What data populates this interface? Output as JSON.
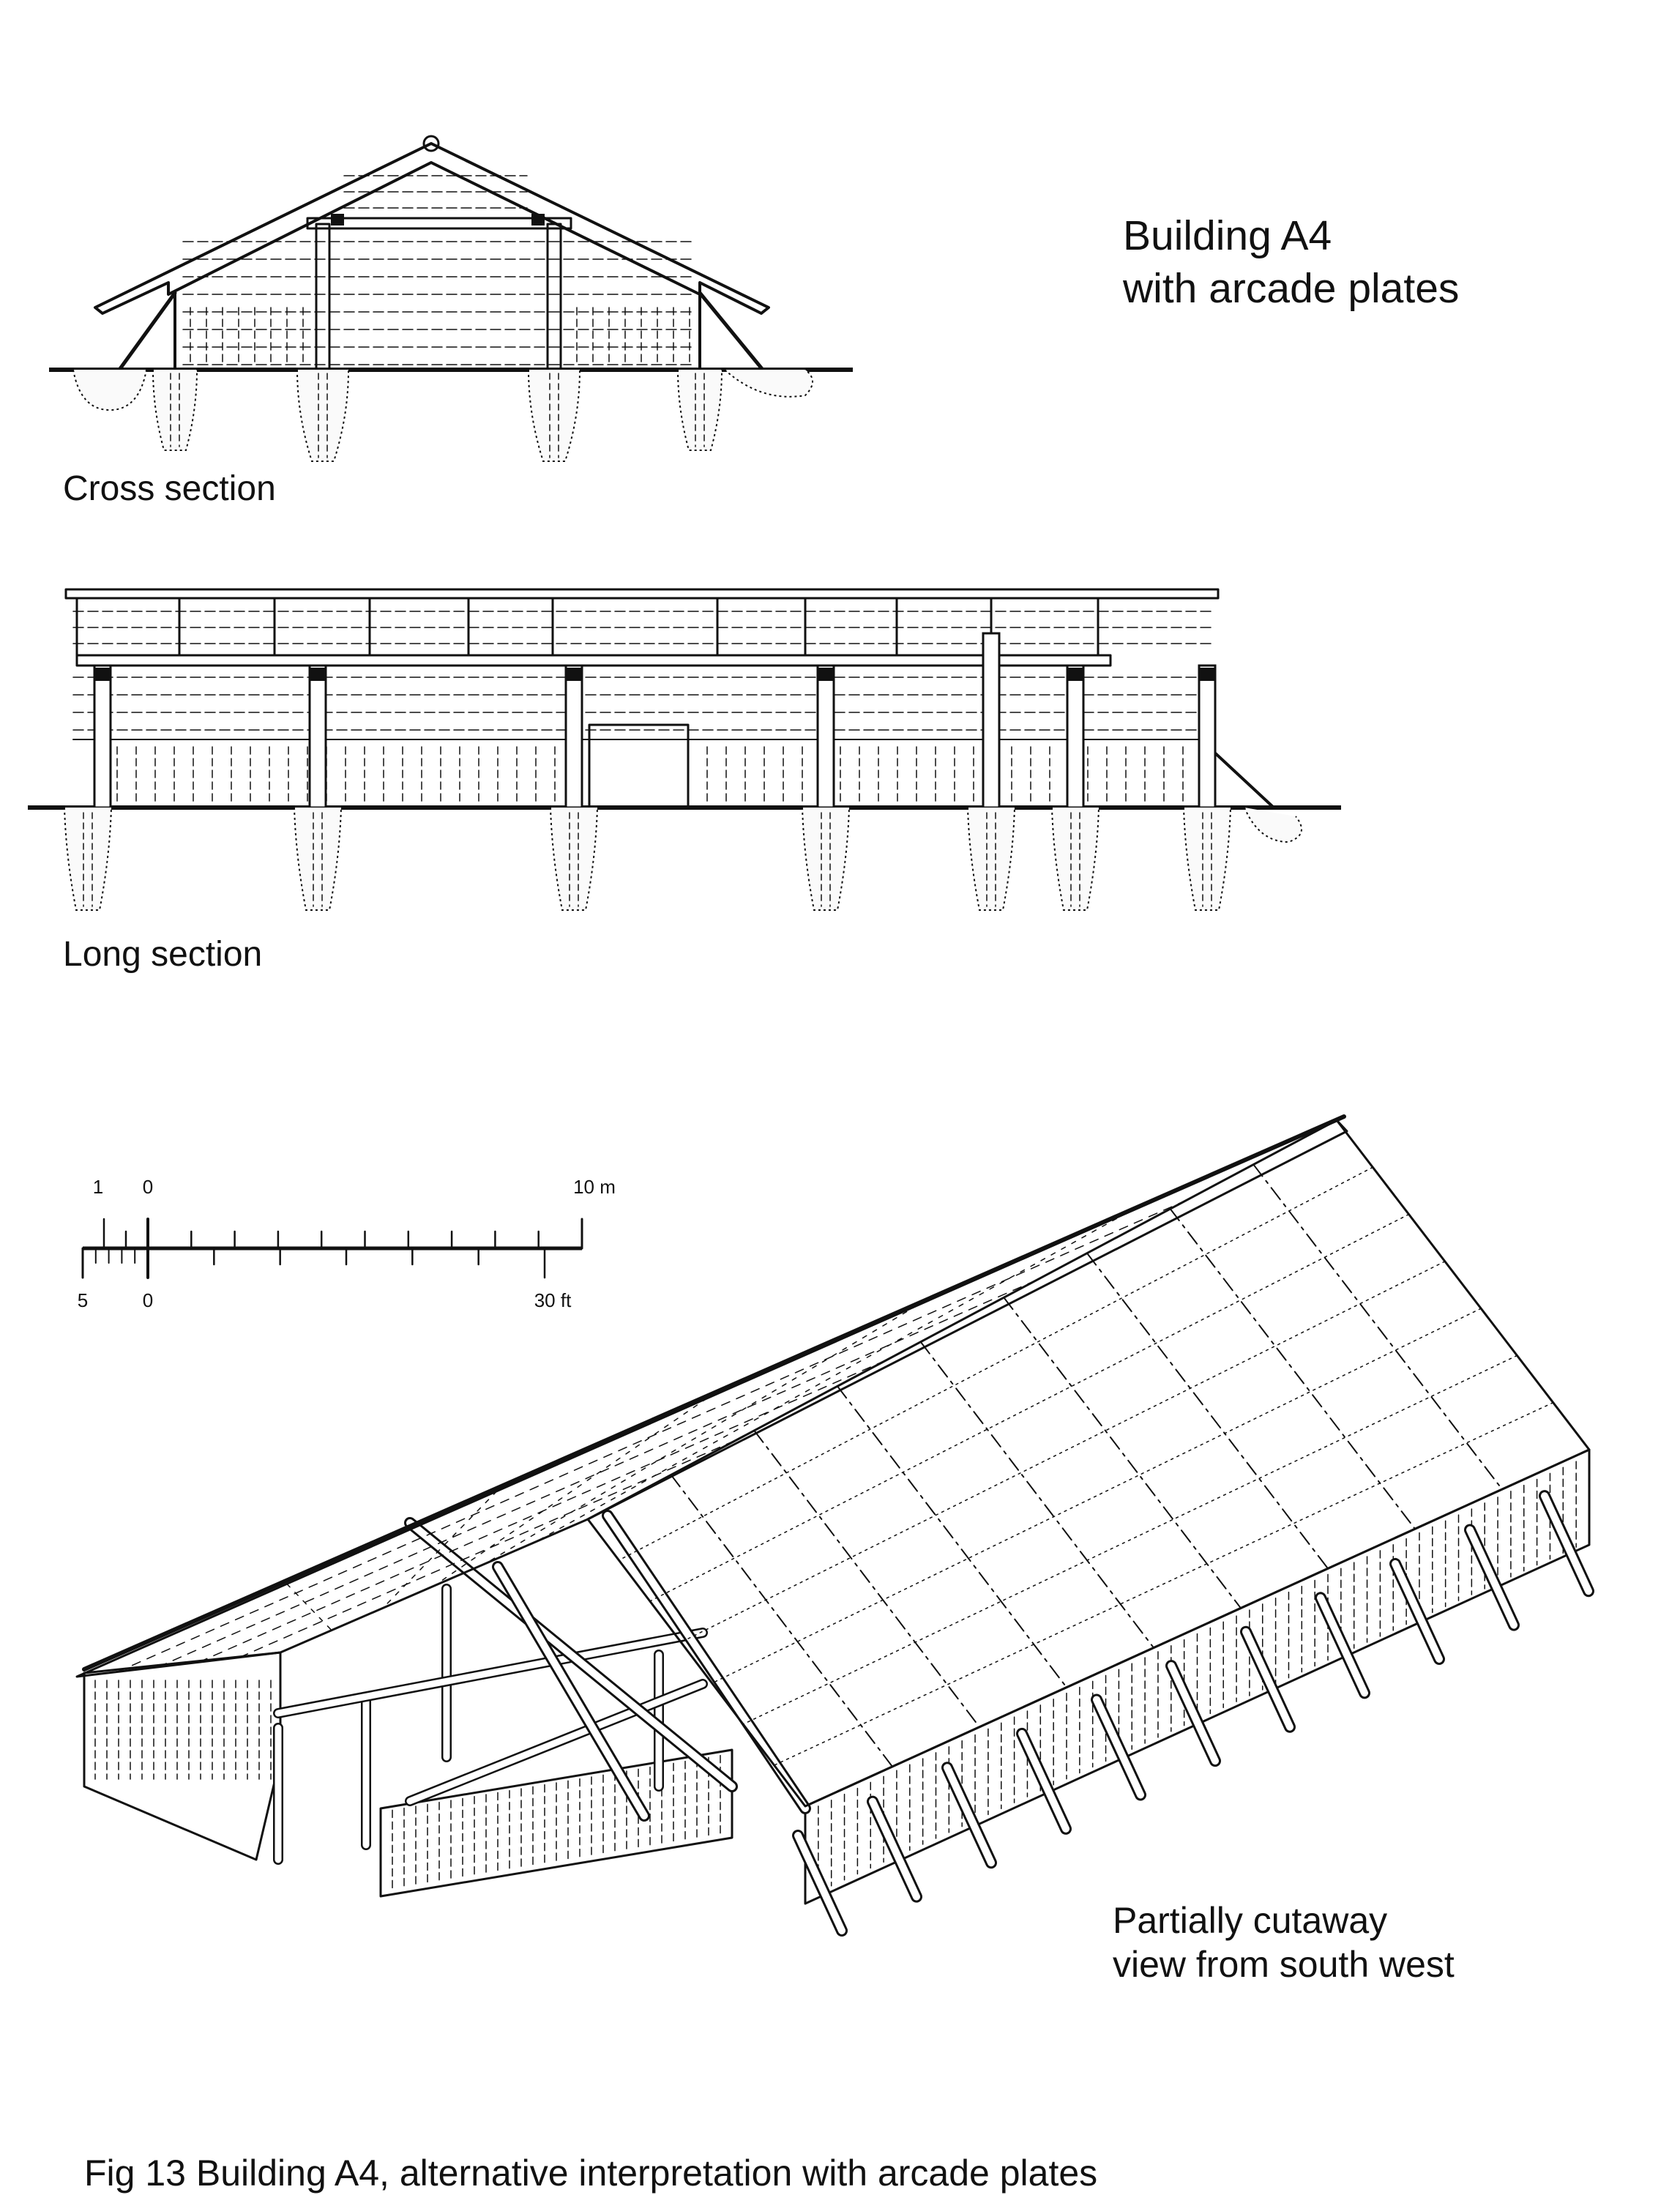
{
  "title": {
    "line1": "Building A4",
    "line2": "with arcade plates"
  },
  "cross_section": {
    "label": "Cross section"
  },
  "long_section": {
    "label": "Long section"
  },
  "perspective": {
    "line1": "Partially cutaway",
    "line2": "view from south west"
  },
  "scale_bar": {
    "metric_labels": [
      "1",
      "0",
      "10 m"
    ],
    "imperial_labels": [
      "5",
      "0",
      "30 ft"
    ]
  },
  "caption": "Fig 13 Building A4, alternative interpretation with arcade plates"
}
